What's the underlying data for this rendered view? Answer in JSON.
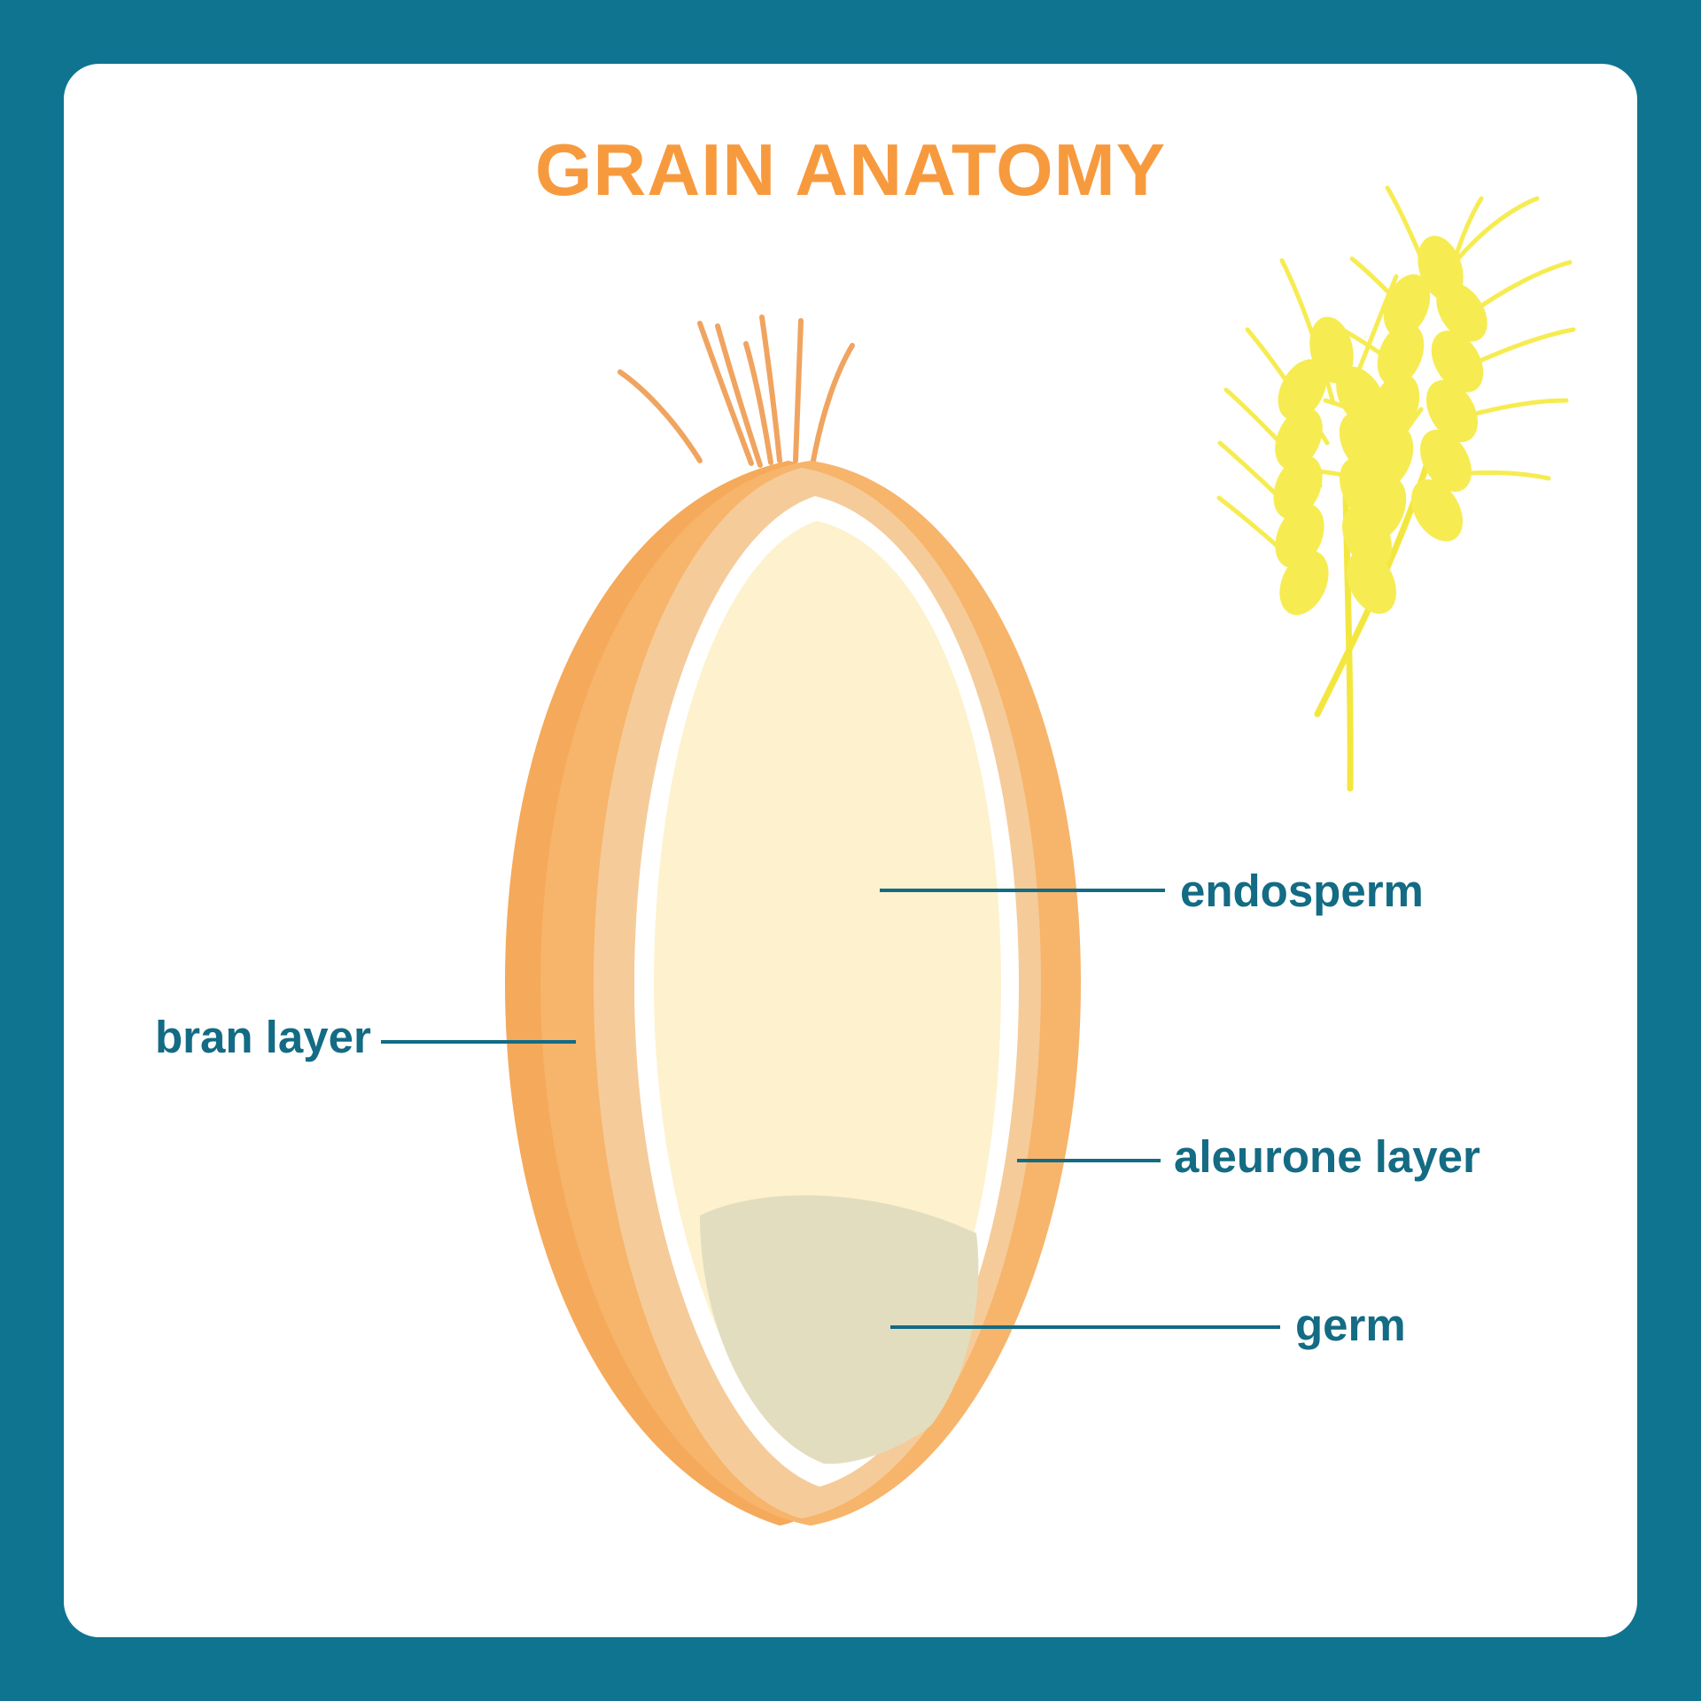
{
  "page": {
    "title": "GRAIN ANATOMY",
    "frame_color": "#0e7490",
    "card_color": "#ffffff",
    "title_color": "#f79a3e",
    "label_color": "#136b84",
    "leader_color": "#136b84"
  },
  "diagram": {
    "subject": "wheat grain cross section",
    "colors": {
      "bran": "#f7b46b",
      "bran_shadow": "#f5a95a",
      "aleurone": "#f5cb99",
      "aleurone_light": "#f3c894",
      "endosperm": "#fdf2cd",
      "endosperm_rim": "#ffffff",
      "germ": "#e3ddc0",
      "brush_hair": "#f0a460",
      "wheat": "#f6ec52",
      "wheat_stem": "#f3e73f"
    },
    "labels": [
      {
        "id": "endosperm",
        "text": "endosperm",
        "side": "right"
      },
      {
        "id": "bran_layer",
        "text": "bran layer",
        "side": "left"
      },
      {
        "id": "aleurone_layer",
        "text": "aleurone layer",
        "side": "right"
      },
      {
        "id": "germ",
        "text": "germ",
        "side": "right"
      }
    ],
    "decor": {
      "wheat_stalks": 2,
      "brush_hairs": 7
    }
  }
}
